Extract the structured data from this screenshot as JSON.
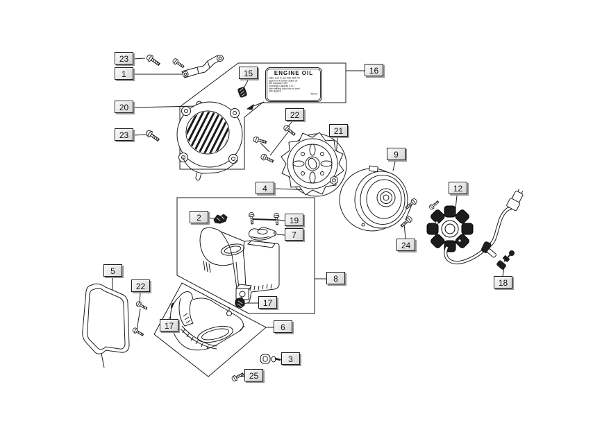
{
  "diagram": {
    "background": "#ffffff",
    "line_color": "#1a1a1a",
    "dark_part_fill": "#1d1d1d",
    "callout_fill": "#e6e6e6",
    "callout_shadow": "#979797"
  },
  "callouts": [
    {
      "label": "23"
    },
    {
      "label": "1"
    },
    {
      "label": "20"
    },
    {
      "label": "23"
    },
    {
      "label": "15"
    },
    {
      "label": "16"
    },
    {
      "label": "22"
    },
    {
      "label": "21"
    },
    {
      "label": "9"
    },
    {
      "label": "4"
    },
    {
      "label": "12"
    },
    {
      "label": "2"
    },
    {
      "label": "19"
    },
    {
      "label": "7"
    },
    {
      "label": "24"
    },
    {
      "label": "5"
    },
    {
      "label": "8"
    },
    {
      "label": "22"
    },
    {
      "label": "17"
    },
    {
      "label": "17"
    },
    {
      "label": "6"
    },
    {
      "label": "18"
    },
    {
      "label": "3"
    },
    {
      "label": "25"
    }
  ],
  "engine_oil_label": {
    "title": "ENGINE OIL",
    "lines": [
      "Make sure to use SAE 15W-40",
      "approved 4-stroke engine oil.",
      "Net Capacity            0.65 l",
      "Exchange Capacity   0.70 l",
      "After refilling check the oil level",
      "with dipstick."
    ],
    "code": "4M-C0"
  }
}
